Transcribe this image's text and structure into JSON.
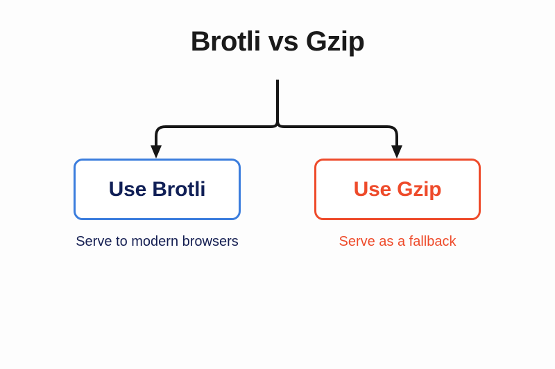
{
  "diagram": {
    "title": "Brotli vs Gzip",
    "type": "decision-tree",
    "background_color": "#fdfdfd",
    "title_color": "#1a1a1a",
    "connector_color": "#161616",
    "branches": [
      {
        "id": "brotli",
        "box_label": "Use Brotli",
        "caption": "Serve to modern browsers",
        "border_color": "#3b7ddd",
        "label_color": "#101f56",
        "caption_color": "#151f52",
        "arrow_name": "arrow-down-to-brotli"
      },
      {
        "id": "gzip",
        "box_label": "Use Gzip",
        "caption": "Serve as a fallback",
        "border_color": "#ee4b2b",
        "label_color": "#ee4b2b",
        "caption_color": "#ee4b2b",
        "arrow_name": "arrow-down-to-gzip"
      }
    ]
  }
}
